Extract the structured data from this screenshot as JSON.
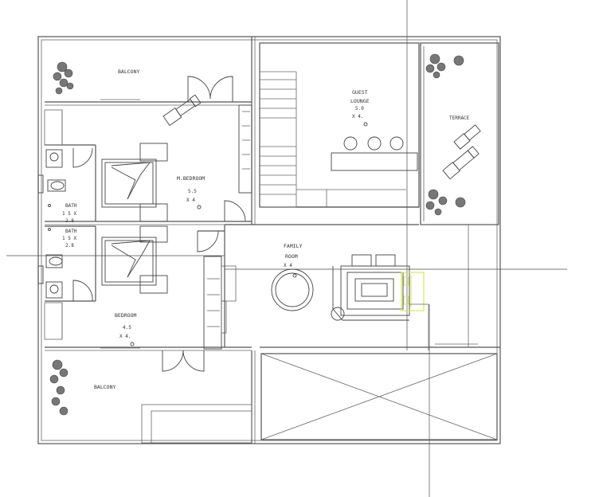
{
  "rooms": {
    "balcony_top": "BALCONY",
    "balcony_bottom": "BALCONY",
    "master_bedroom": {
      "name": "M.BEDROOM",
      "dim1": "5.5",
      "dim2": "X 4"
    },
    "bedroom": {
      "name": "BEDROOM",
      "dim1": "4.5",
      "dim2": "X 4."
    },
    "guest_lounge": {
      "name1": "GUEST",
      "name2": "LOUNGE",
      "dim1": "5.0",
      "dim2": "X 4."
    },
    "terrace": "TERRACE",
    "family_room": {
      "name1": "FAMILY",
      "name2": "ROOM",
      "dim": "X 4"
    },
    "bath_upper": {
      "name": "BATH",
      "dim1": "1 5 X",
      "dim2": "2.8"
    },
    "bath_lower": {
      "name": "BATH",
      "dim1": "1 5 X",
      "dim2": "2.8"
    }
  },
  "colors": {
    "line": "#555555",
    "highlight": "#d8e84a",
    "background": "#ffffff"
  }
}
